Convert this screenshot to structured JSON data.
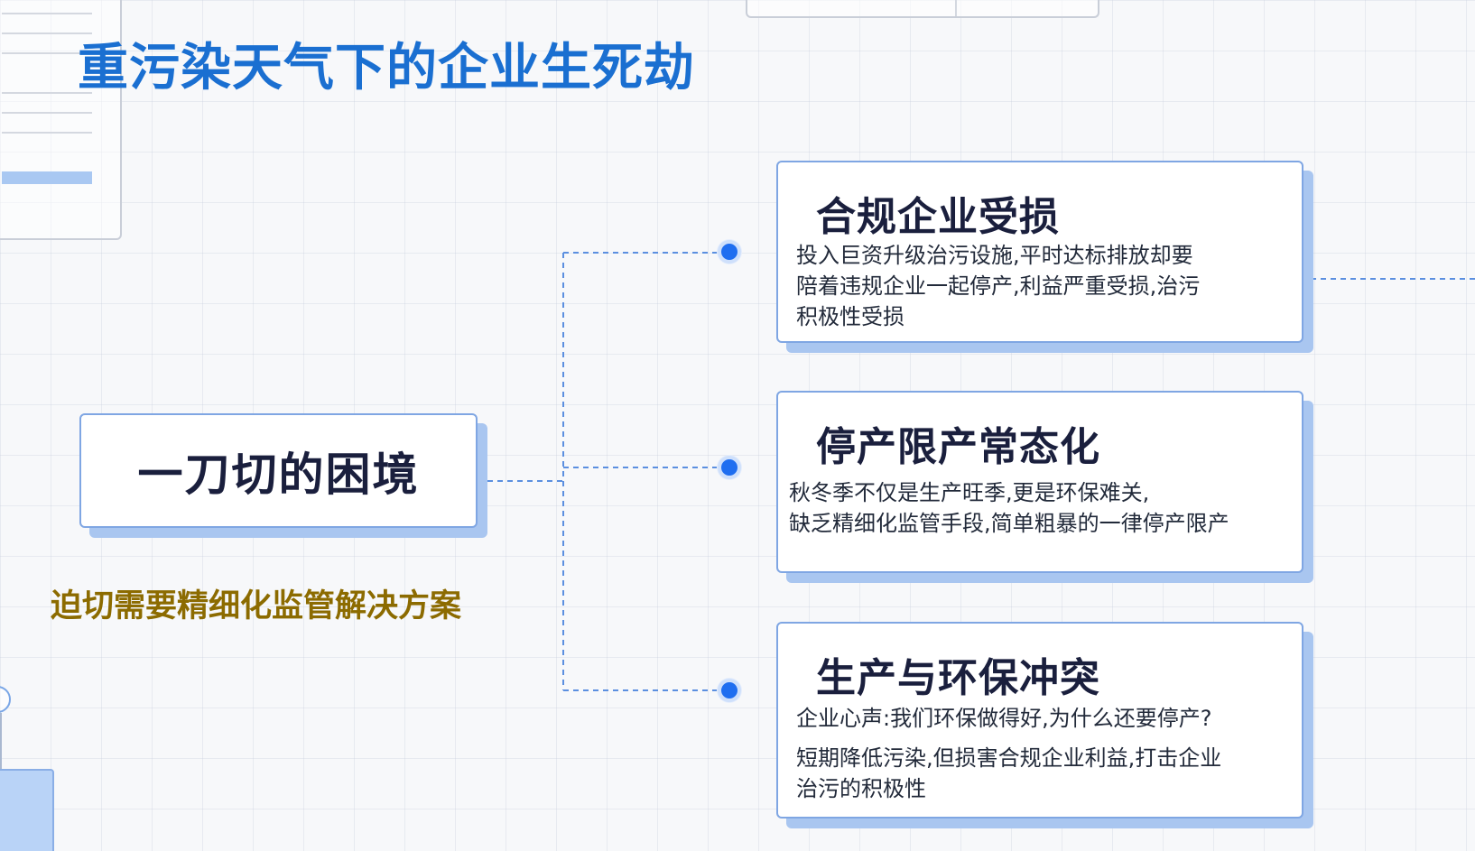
{
  "title": "重污染天气下的企业生死劫",
  "center_node": {
    "label": "一刀切的困境",
    "subtitle": "迫切需要精细化监管解决方案"
  },
  "cards": [
    {
      "title": "合规企业受损",
      "lines": [
        "投入巨资升级治污设施,平时达标排放却要",
        "陪着违规企业一起停产,利益严重受损,治污",
        "积极性受损"
      ]
    },
    {
      "title": "停产限产常态化",
      "lines": [
        "秋冬季不仅是生产旺季,更是环保难关,",
        "缺乏精细化监管手段,简单粗暴的一律停产限产"
      ]
    },
    {
      "title": "生产与环保冲突",
      "lines": [
        "企业心声:我们环保做得好,为什么还要停产?",
        "短期降低污染,但损害合规企业利益,打击企业",
        "治污的积极性"
      ]
    }
  ],
  "colors": {
    "title": "#1a6fd1",
    "subtitle": "#8c6b00",
    "card_border": "#7fa6e3",
    "card_shadow": "#a9c6f0",
    "connector": "#5b8fe0",
    "dot": "#1f6ef0"
  }
}
